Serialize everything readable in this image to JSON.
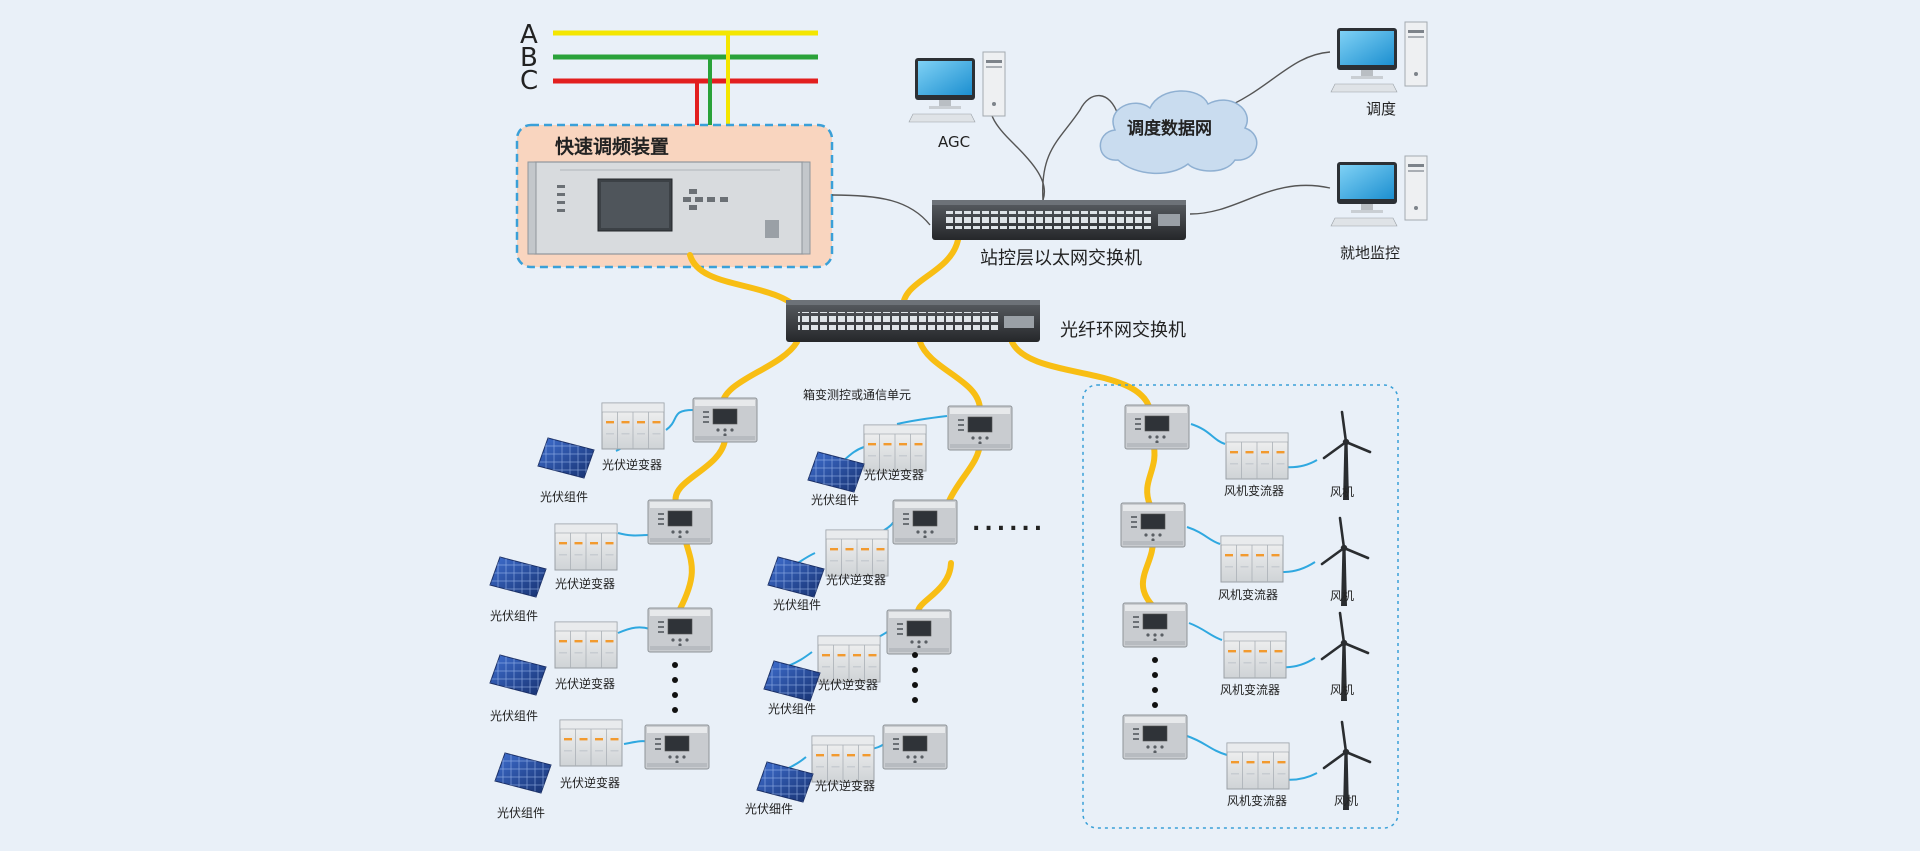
{
  "phases": [
    "A",
    "B",
    "C"
  ],
  "colors": {
    "phase_a": "#f4e600",
    "phase_b": "#2aa23a",
    "phase_c": "#e21f1f",
    "fiber": "#f8be14",
    "ethernet": "#555555",
    "rs485": "#2fa8e0",
    "freq_box_fill": "#f9d5bf",
    "freq_box_border": "#3aa0d8",
    "cloud": "#c9dcef"
  },
  "labels": {
    "freq_device": "快速调频装置",
    "agc": "AGC",
    "dispatch_network": "调度数据网",
    "dispatch": "调度",
    "local_monitor": "就地监控",
    "station_switch": "站控层以太网交换机",
    "ring_switch": "光纤环网交换机",
    "box_unit": "箱变测控或通信单元",
    "ellipsis": "......"
  },
  "pv_rows": [
    {
      "inverter": "光伏逆变器",
      "module": "光伏组件"
    },
    {
      "inverter": "光伏逆变器",
      "module": "光伏组件"
    },
    {
      "inverter": "光伏逆变器",
      "module": "光伏组件"
    },
    {
      "inverter": "光伏逆变器",
      "module": "光伏组件"
    },
    {
      "inverter": "光伏逆变器",
      "module": "光伏组件"
    },
    {
      "inverter": "光伏逆变器",
      "module": "光伏组件"
    },
    {
      "inverter": "光伏逆变器",
      "module": "光伏组件"
    },
    {
      "inverter": "光伏逆变器",
      "module": "光伏细件"
    }
  ],
  "wind_rows": [
    {
      "converter": "风机变流器",
      "turbine": "风机"
    },
    {
      "converter": "风机变流器",
      "turbine": "风机"
    },
    {
      "converter": "风机变流器",
      "turbine": "风机"
    },
    {
      "converter": "风机变流器",
      "turbine": "风机"
    }
  ]
}
